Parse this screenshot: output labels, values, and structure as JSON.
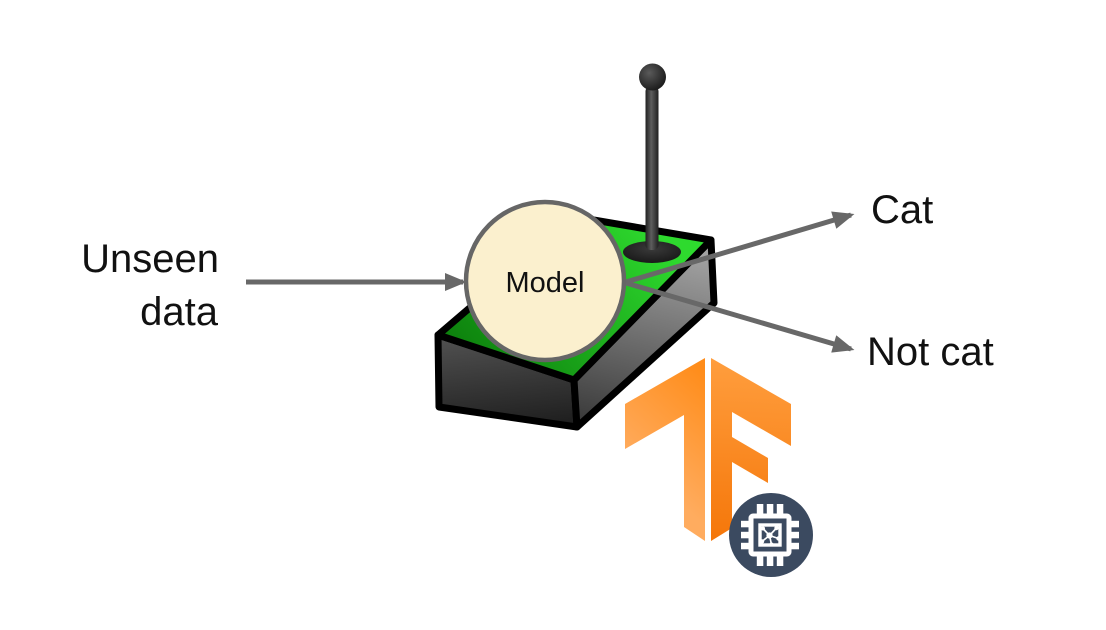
{
  "diagram": {
    "input_label": {
      "line1": "Unseen",
      "line2": "data"
    },
    "model_label": "Model",
    "outputs": {
      "cat": "Cat",
      "not_cat": "Not cat"
    }
  },
  "icons": {
    "tensorflow_logo": "tensorflow-logo",
    "chip_badge": "microcontroller-chip-icon",
    "antenna": "antenna-icon"
  },
  "colors": {
    "background": "#FFFFFF",
    "text": "#111111",
    "arrow_gray": "#686868",
    "outline": "#000000",
    "board_green_light": "#2EDA2E",
    "board_green_dark": "#0B7C0B",
    "model_fill": "#FBF0CE",
    "model_stroke": "#666666",
    "tf_orange_light": "#FFAC5F",
    "tf_orange": "#FF8C19",
    "tf_orange_mid": "#FF9E3E",
    "tf_orange_deep": "#F5770A",
    "badge_navy": "#3B4A60",
    "chip_white": "#FFFFFF"
  }
}
